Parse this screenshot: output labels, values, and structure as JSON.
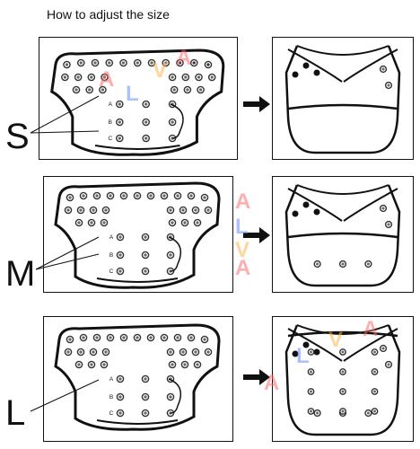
{
  "title": "How to adjust the size",
  "rows": [
    {
      "size": "S",
      "snaps": [
        "A",
        "B",
        "C"
      ]
    },
    {
      "size": "M",
      "snaps": [
        "A",
        "B",
        "C"
      ]
    },
    {
      "size": "L",
      "snaps": [
        "A",
        "B",
        "C"
      ]
    }
  ],
  "watermark": {
    "letters": [
      "A",
      "L",
      "V",
      "A"
    ],
    "colors": [
      "#ff6b6b",
      "#6b8cff",
      "#ffb347",
      "#ff6b6b"
    ]
  }
}
